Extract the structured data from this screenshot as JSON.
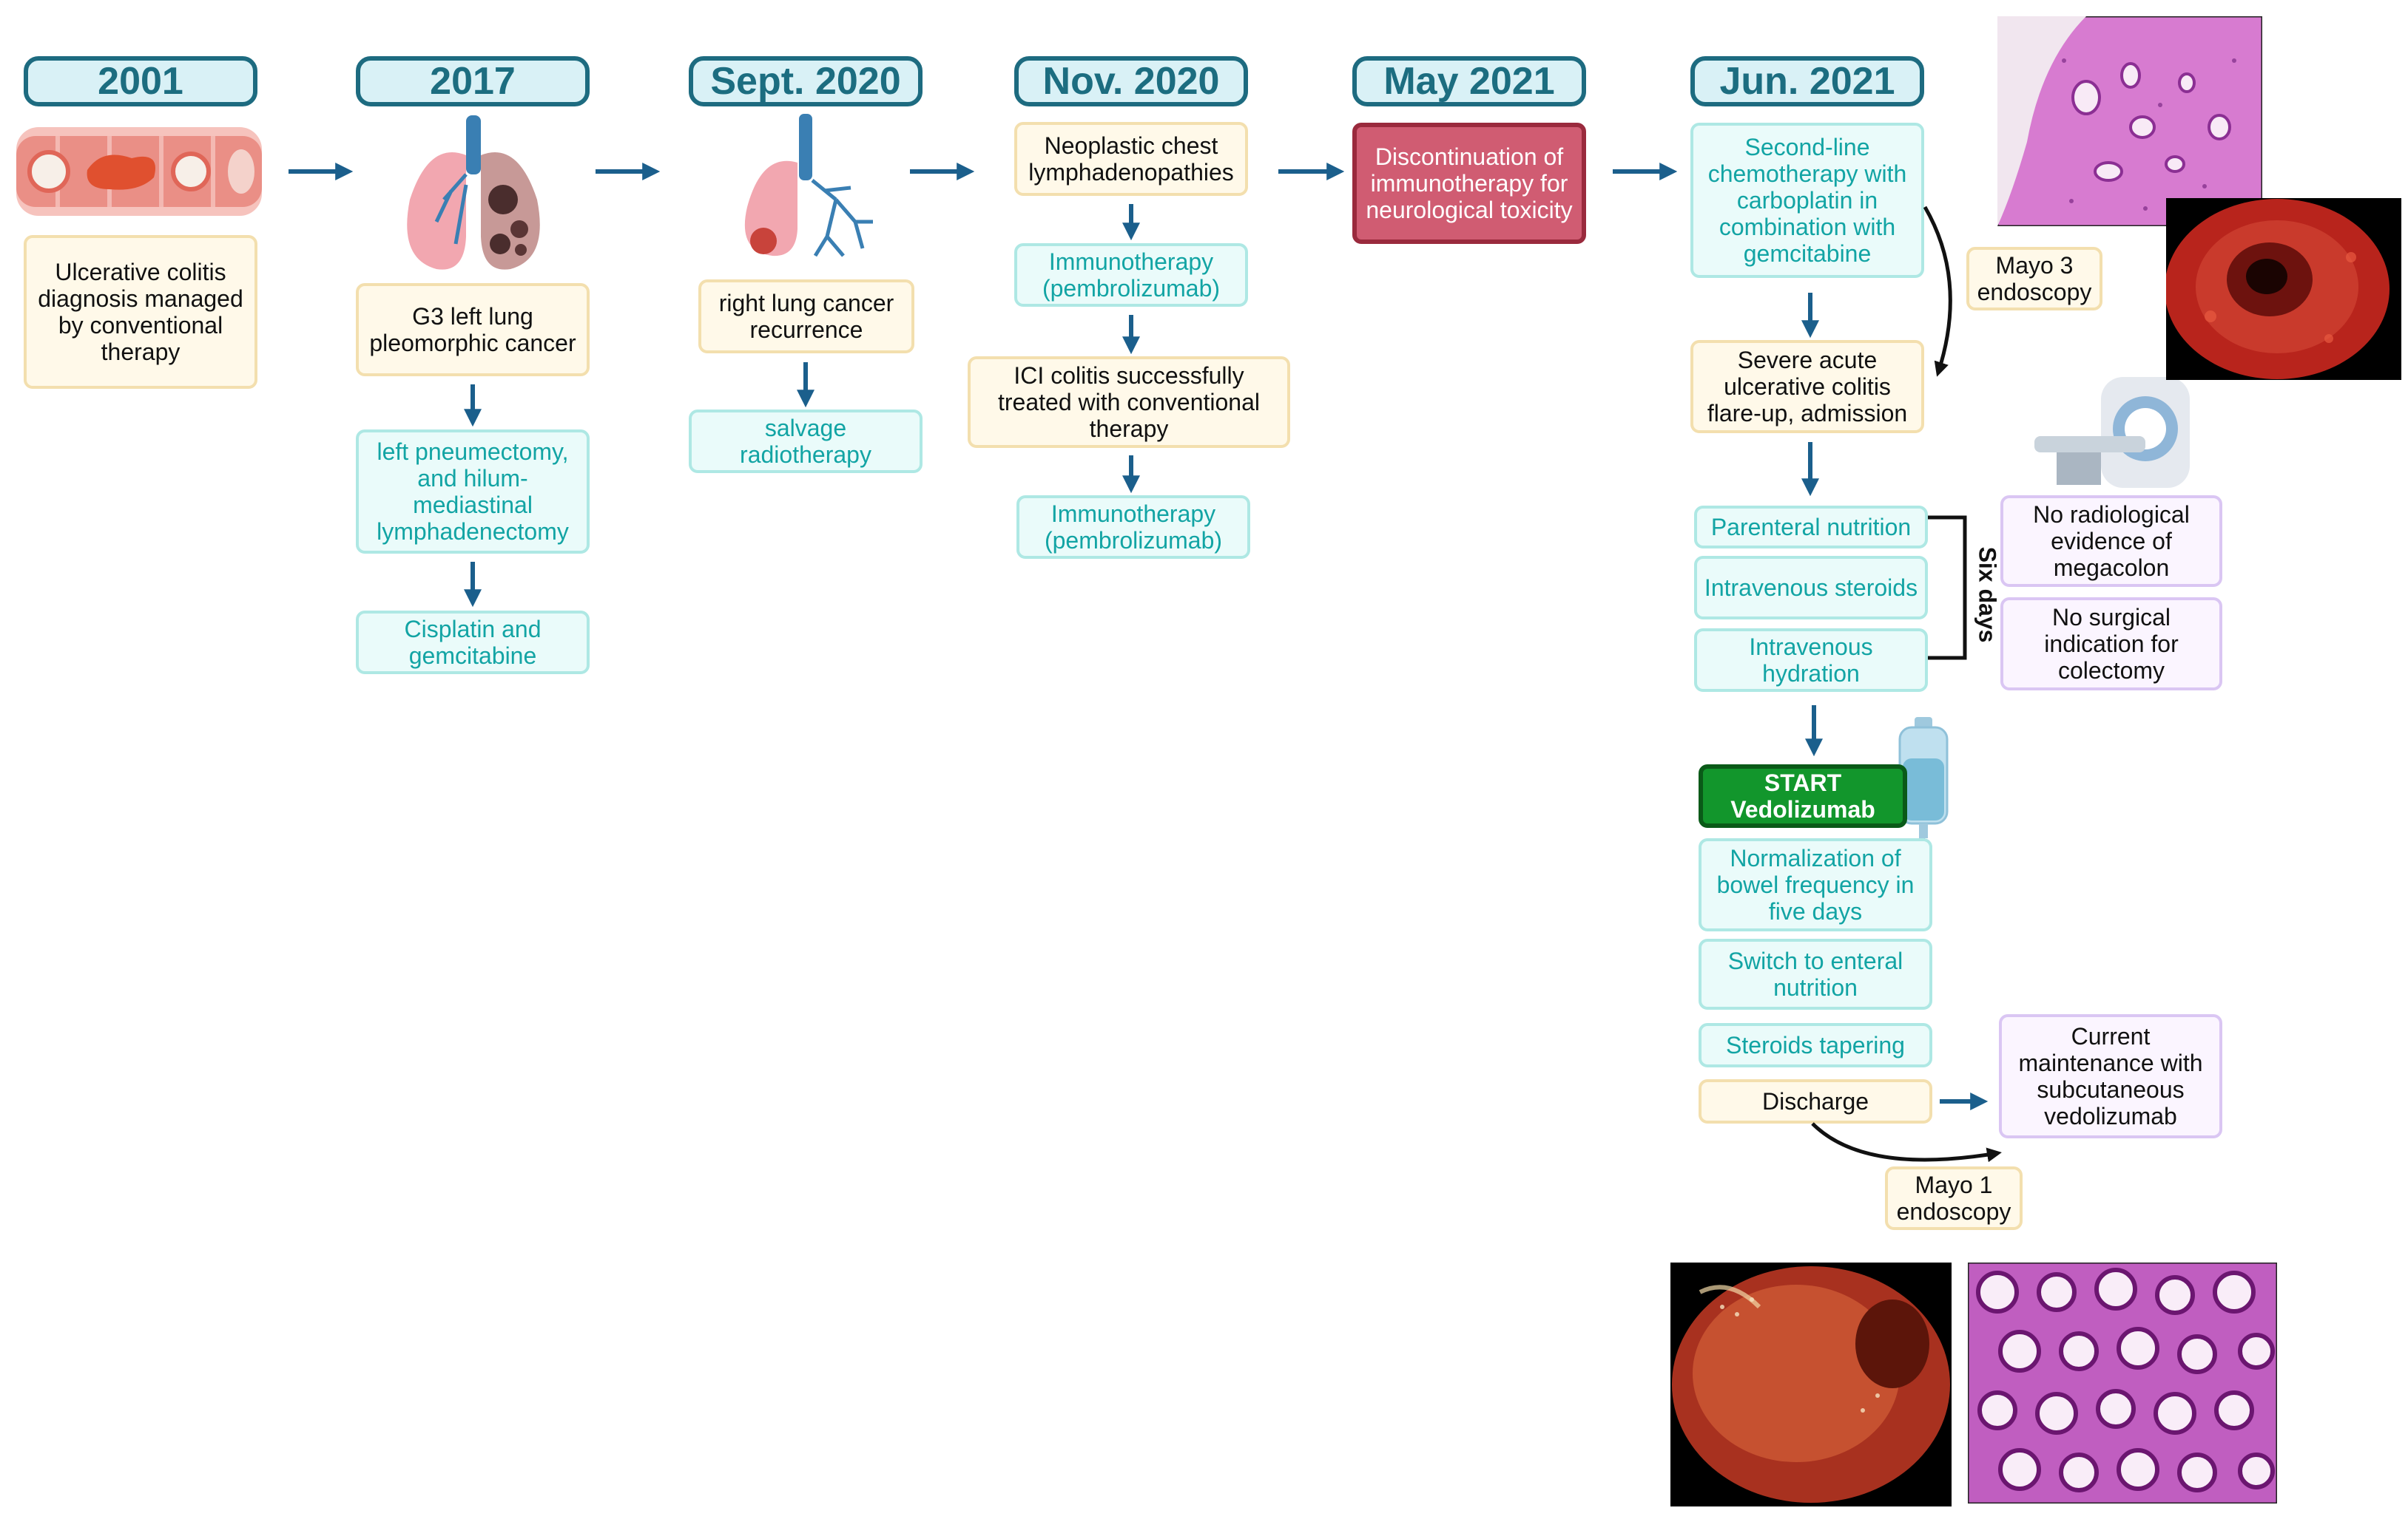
{
  "timeline": {
    "years": [
      "2001",
      "2017",
      "Sept. 2020",
      "Nov. 2020",
      "May 2021",
      "Jun. 2021"
    ]
  },
  "col2001": {
    "diagnosis": "Ulcerative colitis diagnosis managed by conventional therapy"
  },
  "col2017": {
    "cancer": "G3 left lung pleomorphic cancer",
    "surgery": "left pneumectomy, and hilum-mediastinal lymphadenectomy",
    "chemo": "Cisplatin and gemcitabine"
  },
  "colSept2020": {
    "recurrence": "right lung cancer recurrence",
    "radiotherapy": "salvage radiotherapy"
  },
  "colNov2020": {
    "lymph": "Neoplastic chest lymphadenopathies",
    "immuno1": "Immunotherapy (pembrolizumab)",
    "ici_colitis": "ICI colitis successfully treated with conventional therapy",
    "immuno2": "Immunotherapy (pembrolizumab)"
  },
  "colMay2021": {
    "discontinuation": "Discontinuation of immunotherapy for neurological toxicity"
  },
  "colJun2021": {
    "second_line": "Second-line chemotherapy with carboplatin in combination with gemcitabine",
    "flare": "Severe acute ulcerative colitis flare-up, admission",
    "parenteral": "Parenteral nutrition",
    "iv_steroids": "Intravenous steroids",
    "iv_hydration": "Intravenous hydration",
    "six_days": "Six days",
    "start_vedo": "START Vedolizumab",
    "normalization": "Normalization of bowel frequency in five days",
    "enteral": "Switch to enteral nutrition",
    "tapering": "Steroids tapering",
    "discharge": "Discharge"
  },
  "side": {
    "mayo3": "Mayo 3 endoscopy",
    "no_megacolon": "No radiological evidence of megacolon",
    "no_surgery": "No surgical indication for colectomy",
    "maintenance": "Current maintenance with subcutaneous vedolizumab",
    "mayo1": "Mayo 1 endoscopy"
  },
  "colors": {
    "year_border": "#1d6b80",
    "arrow": "#1b5f8c",
    "teal_text": "#12a4a4",
    "alert_red": "#d05c72",
    "start_green": "#12962c"
  },
  "icons": [
    "colon-icon",
    "lungs-icon",
    "right-lung-icon",
    "ct-scanner-icon",
    "iv-bag-icon"
  ],
  "images": [
    "histology-inflamed-image",
    "endoscopy-mayo3-image",
    "endoscopy-mayo1-image",
    "histology-normal-image"
  ]
}
